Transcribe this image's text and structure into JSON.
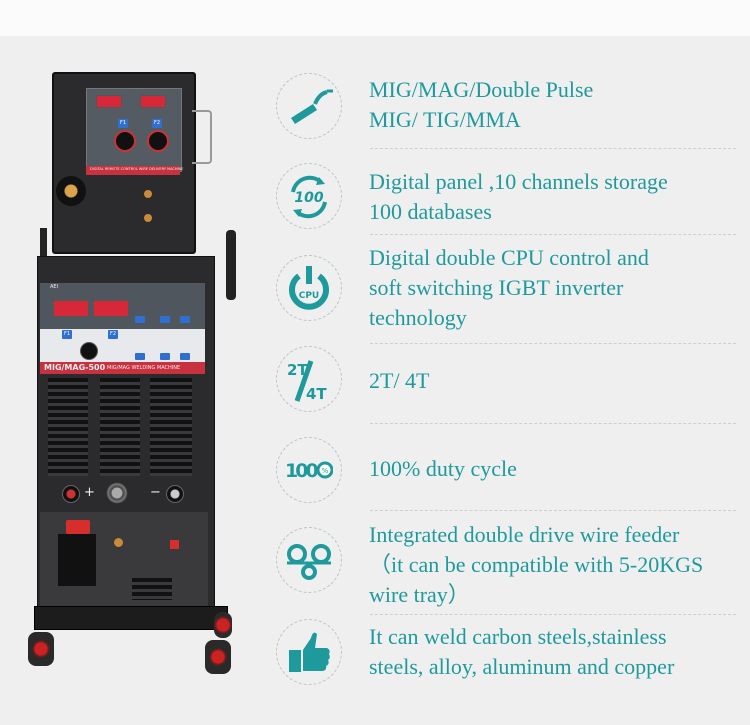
{
  "accent_color": "#1f9a9c",
  "machine": {
    "feeder_panel_title": "DIGITAL REMOTE CONTROL WIRE DELIVERY MACHINE",
    "feeder_buttons": [
      "F1",
      "F2"
    ],
    "main_brand_text": "AEI",
    "main_model": "MIG/MAG-500",
    "main_subtitle": "MIG/MAG WELDING MACHINE",
    "main_buttons": [
      "F1",
      "F2"
    ],
    "polarity_plus": "+",
    "polarity_minus": "−"
  },
  "features": [
    {
      "icon": "welding-torch-icon",
      "lines": [
        "MIG/MAG/Double Pulse",
        "MIG/ TIG/MMA"
      ]
    },
    {
      "icon": "100-cycle-icon",
      "lines": [
        "Digital panel ,10 channels storage",
        "100 databases"
      ]
    },
    {
      "icon": "cpu-power-icon",
      "lines": [
        "Digital double CPU control and",
        "soft switching IGBT inverter",
        "technology"
      ]
    },
    {
      "icon": "2t-4t-icon",
      "lines": [
        "2T/ 4T"
      ]
    },
    {
      "icon": "100-percent-icon",
      "lines": [
        "100% duty cycle"
      ]
    },
    {
      "icon": "wire-feeder-rollers-icon",
      "lines": [
        "Integrated double drive wire feeder",
        "（it can be compatible with 5-20KGS",
        "wire tray）"
      ]
    },
    {
      "icon": "thumbs-up-icon",
      "lines": [
        "It can weld carbon steels,stainless",
        "steels, alloy, aluminum and copper"
      ]
    }
  ],
  "icon_labels": {
    "cycle": "100",
    "cpu": "CPU",
    "t2": "2T",
    "t4": "4T",
    "duty": "100",
    "percent": "%"
  }
}
